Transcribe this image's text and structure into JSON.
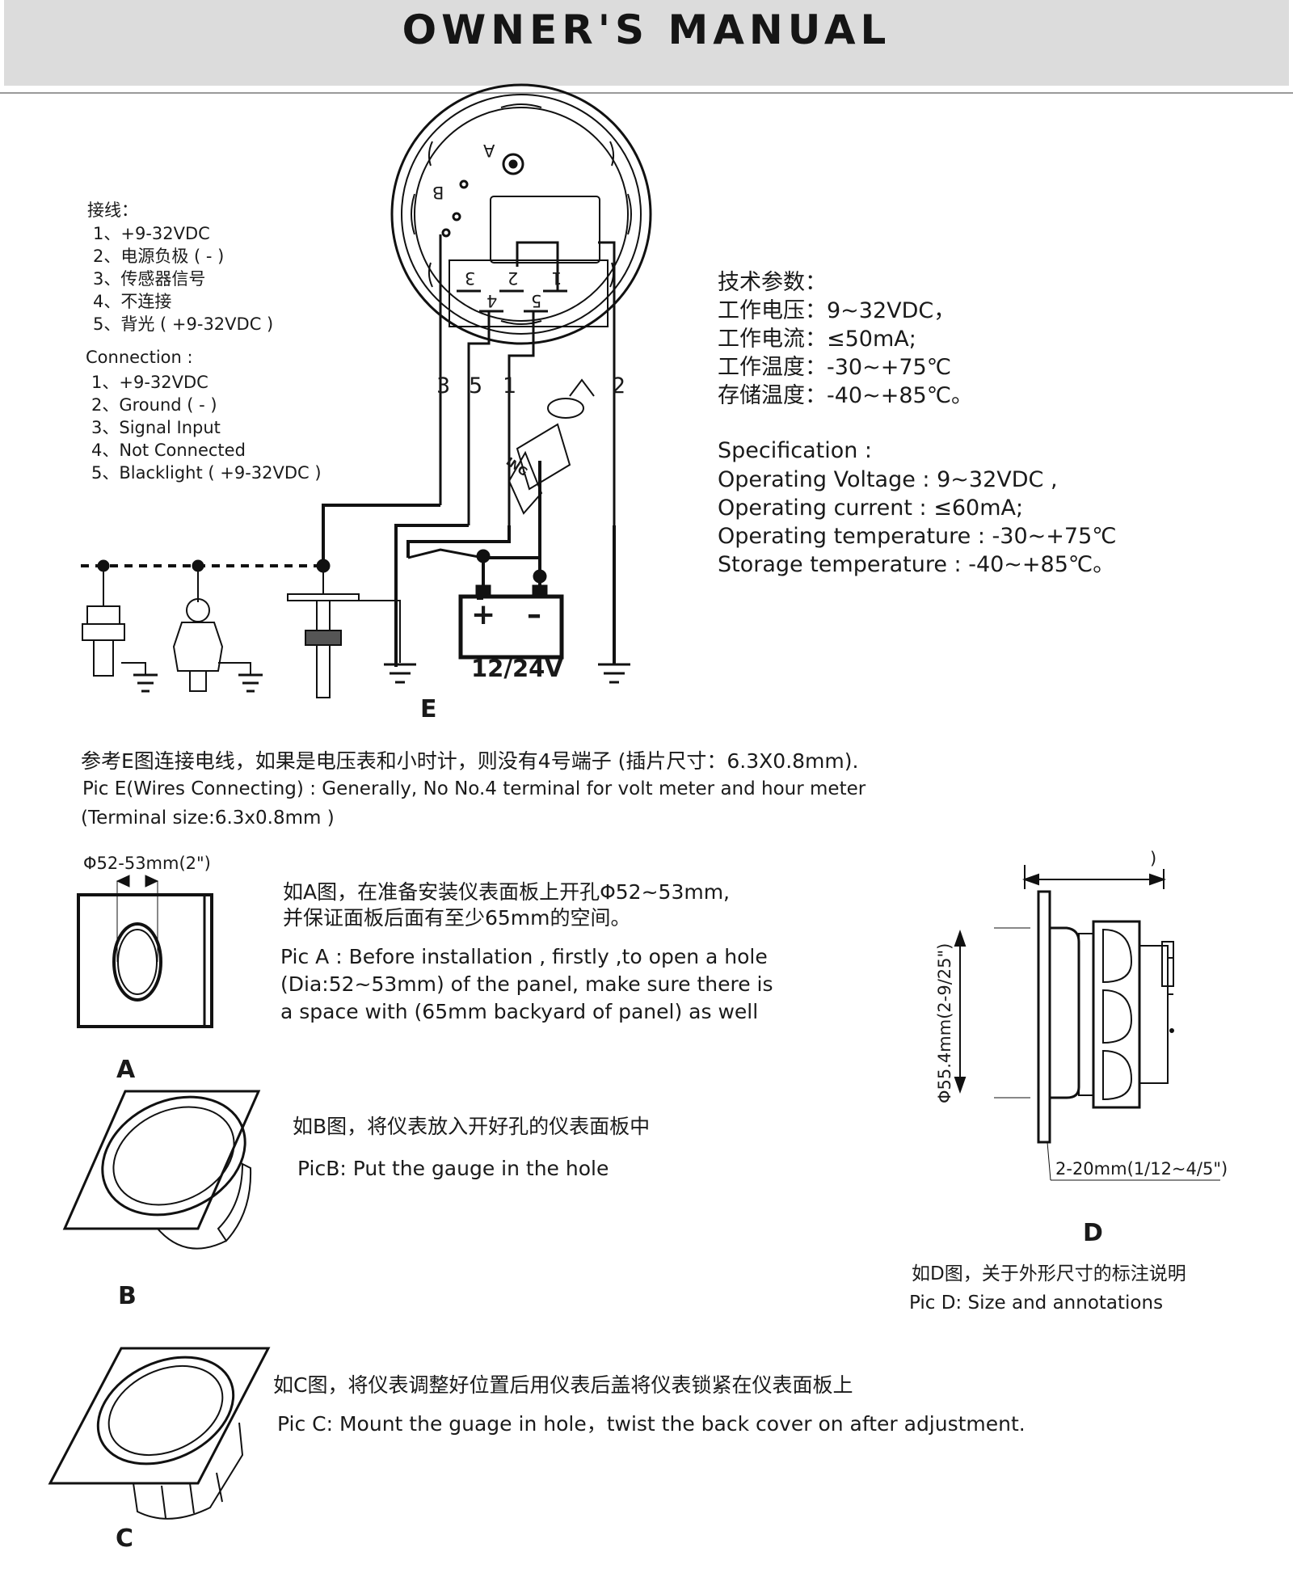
{
  "header": {
    "title": "OWNER'S   MANUAL"
  },
  "wiring_cn": {
    "heading": "接线：",
    "items": [
      "1、+9-32VDC",
      "2、电源负极 ( - )",
      "3、传感器信号",
      "4、不连接",
      "5、背光 ( +9-32VDC )"
    ]
  },
  "wiring_en": {
    "heading": "Connection :",
    "items": [
      "1、+9-32VDC",
      "2、Ground ( - )",
      "3、Signal  Input",
      "4、Not Connected",
      "5、Blacklight ( +9-32VDC )"
    ]
  },
  "gauge": {
    "label_a": "A",
    "label_b": "B",
    "pins": [
      "3",
      "2",
      "1",
      "4",
      "5"
    ]
  },
  "wires": {
    "labels": [
      "3",
      "5",
      "1",
      "2"
    ]
  },
  "battery": {
    "plus": "+",
    "minus": "–",
    "voltage": "12/24V"
  },
  "ignition": {
    "label": "ING"
  },
  "specs_cn": {
    "heading": "技术参数：",
    "lines": [
      "工作电压：9~32VDC，",
      "工作电流：≤50mA;",
      "工作温度：-30~+75℃",
      "存储温度：-40~+85℃。"
    ]
  },
  "specs_en": {
    "heading": "Specification :",
    "lines": [
      "Operating Voltage : 9~32VDC ,",
      "Operating current : ≤60mA;",
      "Operating temperature : -30~+75℃",
      "Storage temperature : -40~+85℃。"
    ]
  },
  "pic_e": {
    "label": "E",
    "cn": "参考E图连接电线，如果是电压表和小时计，则没有4号端子 (插片尺寸：6.3X0.8mm).",
    "en1": "Pic E(Wires Connecting) : Generally, No No.4 terminal for volt meter and hour meter",
    "en2": "(Terminal size:6.3x0.8mm )"
  },
  "pic_a": {
    "label": "A",
    "dim": "Φ52-53mm(2\")",
    "cn1": "如A图，在准备安装仪表面板上开孔Φ52~53mm,",
    "cn2": "并保证面板后面有至少65mm的空间。",
    "en1": "Pic A : Before installation , firstly ,to open a hole",
    "en2": "(Dia:52~53mm) of the panel, make sure there is",
    "en3": "a space with (65mm backyard of panel)  as well"
  },
  "pic_b": {
    "label": "B",
    "cn": "如B图，将仪表放入开好孔的仪表面板中",
    "en": "PicB: Put the gauge in the hole"
  },
  "pic_c": {
    "label": "C",
    "cn": "如C图，将仪表调整好位置后用仪表后盖将仪表锁紧在仪表面板上",
    "en": "Pic C: Mount the guage in hole，twist the back  cover on after adjustment."
  },
  "pic_d": {
    "label": "D",
    "top_dim": ")",
    "vertical_dim": "Φ55.4mm(2-9/25\")",
    "bottom_dim": "2-20mm(1/12~4/5\")",
    "cn": "如D图，关于外形尺寸的标注说明",
    "en": "Pic D: Size and annotations"
  }
}
